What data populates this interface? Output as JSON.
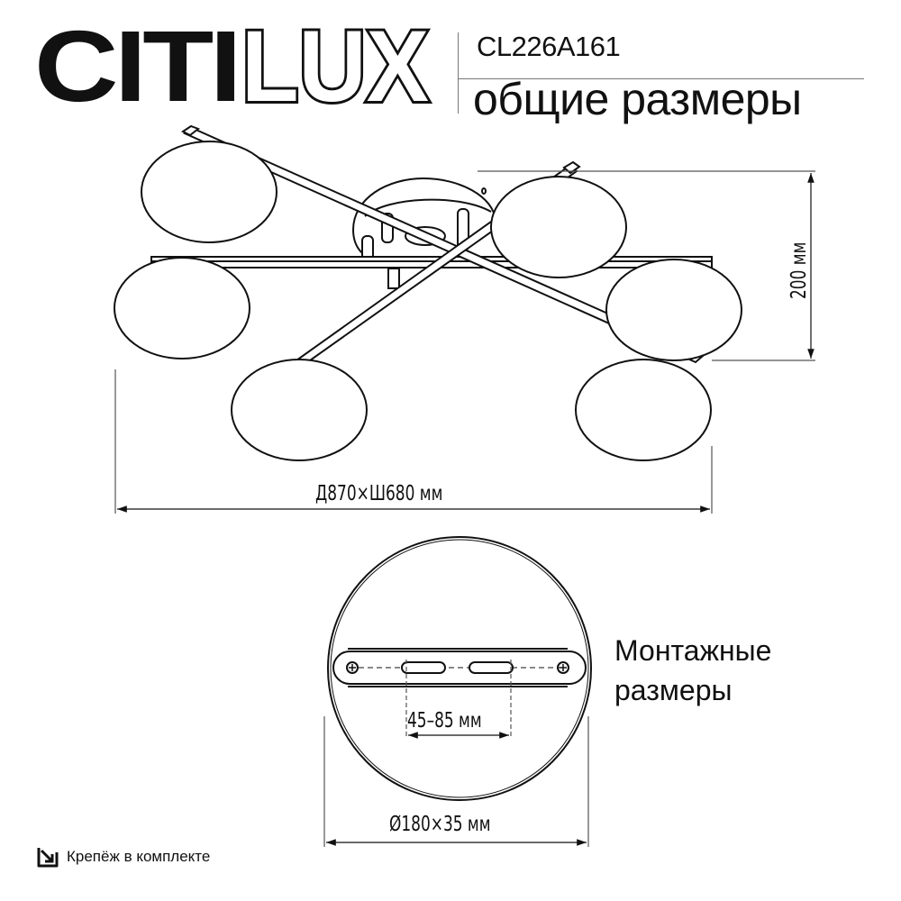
{
  "brand": {
    "logo_text_solid": "CITI",
    "logo_text_outline": "LUX"
  },
  "header": {
    "model": "CL226A161",
    "subtitle": "общие размеры"
  },
  "drawing": {
    "overall_dimension": "Д870×Ш680 мм",
    "height_dimension": "200 мм",
    "shade_count": 6
  },
  "mounting": {
    "label_line1": "Монтажные",
    "label_line2": "размеры",
    "slot_spacing": "45–85 мм",
    "base_dimension": "Ø180×35 мм"
  },
  "footer": {
    "icon": "arrow-into-box-icon",
    "text": "Крепёж в комплекте"
  },
  "colors": {
    "line": "#111111",
    "dimension_line": "#555555",
    "background": "#ffffff"
  }
}
